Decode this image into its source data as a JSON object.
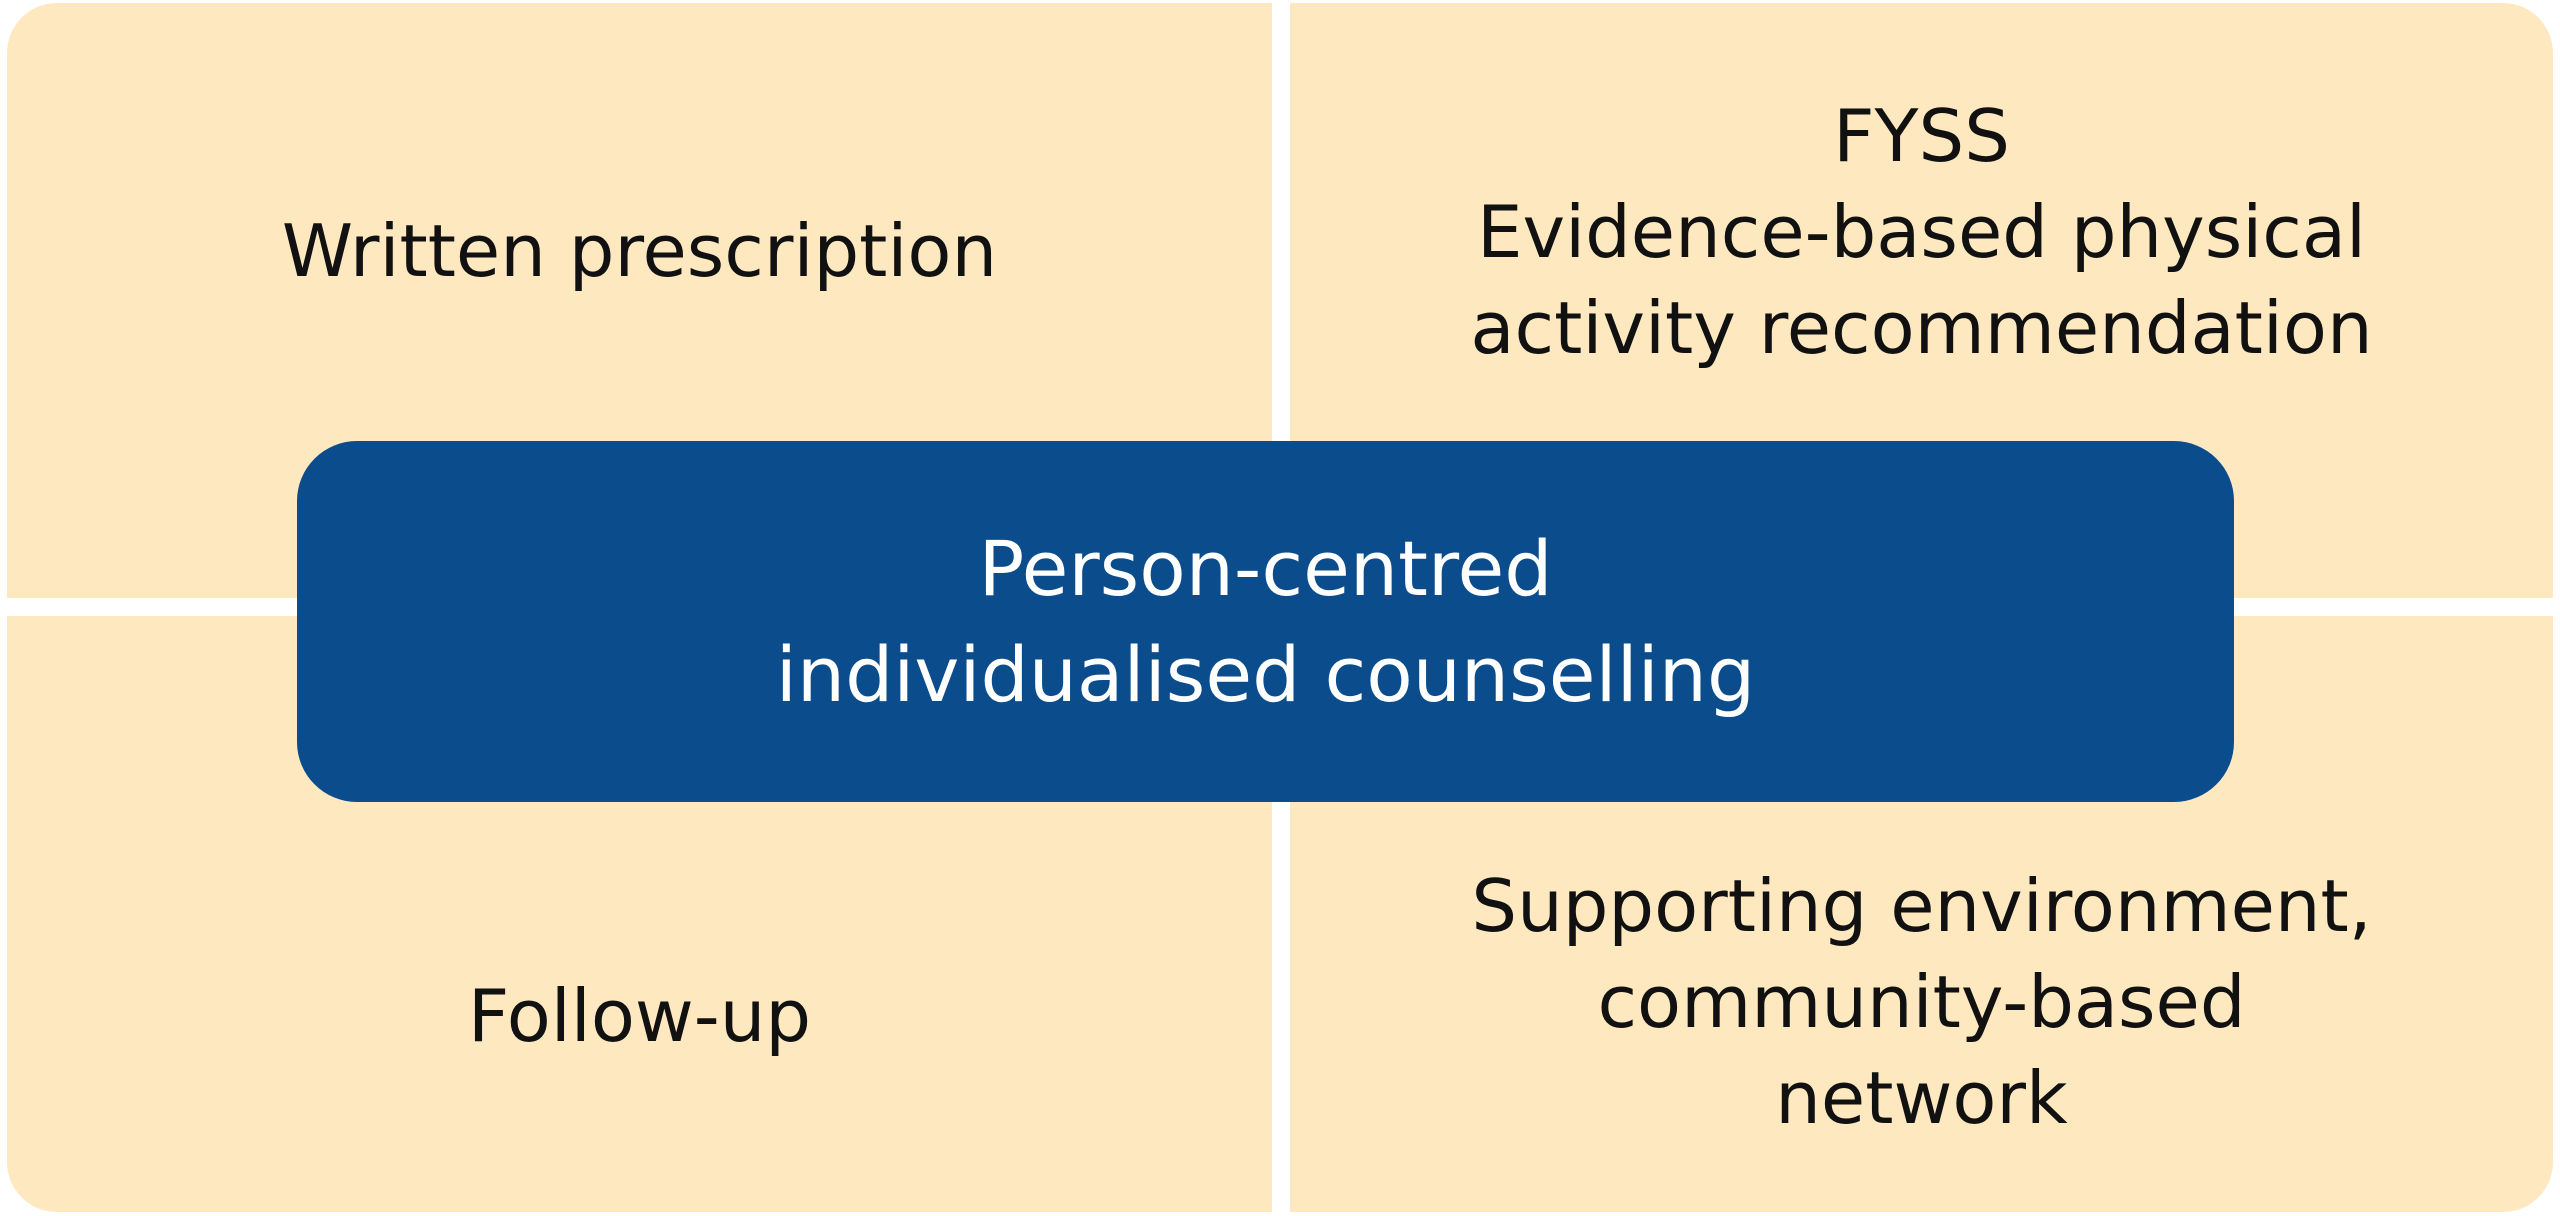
{
  "panels": {
    "top_left": {
      "lines": [
        "Written prescription"
      ]
    },
    "top_right": {
      "lines": [
        "FYSS",
        "Evidence-based physical",
        "activity recommendation"
      ]
    },
    "bottom_left": {
      "lines": [
        "Follow-up"
      ]
    },
    "bottom_right": {
      "lines": [
        "Supporting environment,",
        "community-based",
        "network"
      ]
    }
  },
  "center": {
    "lines": [
      "Person-centred",
      "individualised counselling"
    ]
  },
  "colors": {
    "panel": "#fde8c0",
    "center": "#0b4d8c",
    "center_text": "#ffffff"
  }
}
